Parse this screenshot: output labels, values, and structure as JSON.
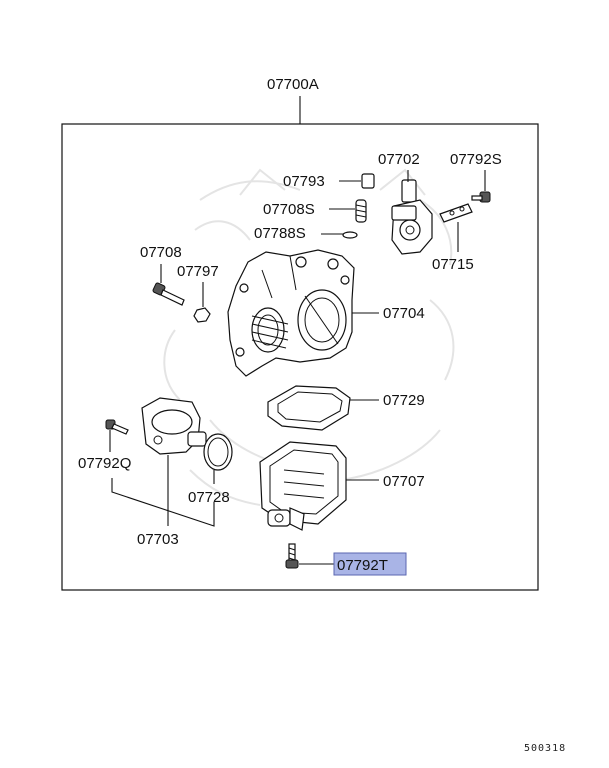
{
  "diagram": {
    "assembly_label": "07700A",
    "callouts": [
      {
        "id": "07702",
        "text": "07702"
      },
      {
        "id": "07792S",
        "text": "07792S"
      },
      {
        "id": "07793",
        "text": "07793"
      },
      {
        "id": "07708S",
        "text": "07708S"
      },
      {
        "id": "07788S",
        "text": "07788S"
      },
      {
        "id": "07715",
        "text": "07715"
      },
      {
        "id": "07708",
        "text": "07708"
      },
      {
        "id": "07797",
        "text": "07797"
      },
      {
        "id": "07704",
        "text": "07704"
      },
      {
        "id": "07729",
        "text": "07729"
      },
      {
        "id": "07792Q",
        "text": "07792Q"
      },
      {
        "id": "07728",
        "text": "07728"
      },
      {
        "id": "07707",
        "text": "07707"
      },
      {
        "id": "07703",
        "text": "07703"
      }
    ],
    "highlighted": {
      "id": "07792T",
      "text": "07792T",
      "color": "#a9b4e6"
    },
    "footer_code": "500318"
  }
}
